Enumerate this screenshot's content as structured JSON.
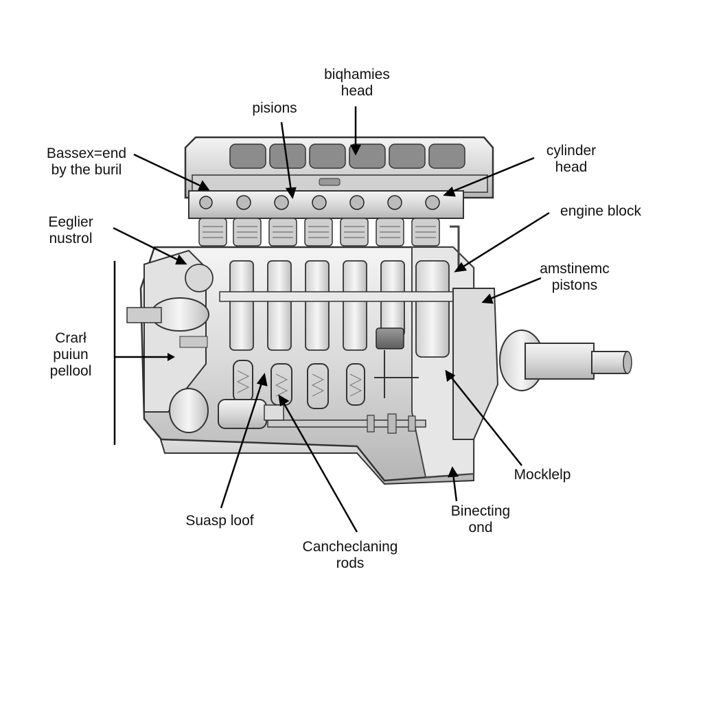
{
  "diagram": {
    "labels": {
      "top_head": [
        "biqhamies",
        "head"
      ],
      "pisions": [
        "pisions"
      ],
      "bassex": [
        "Bassex=end",
        "by the buril"
      ],
      "cylinder_head": [
        "cylinder",
        "head"
      ],
      "engine_block": [
        "engine block"
      ],
      "eeglier": [
        "Eeglier",
        "nustrol"
      ],
      "amstinemc": [
        "amstinemc",
        "pistons"
      ],
      "crarl": [
        "Crarł",
        "puiun",
        "pellool"
      ],
      "mocklelp": [
        "Mocklelp"
      ],
      "binecting": [
        "Binecting",
        "ond"
      ],
      "suasp": [
        "Suasp loof"
      ],
      "canchec": [
        "Cancheclaning",
        "rods"
      ]
    }
  }
}
